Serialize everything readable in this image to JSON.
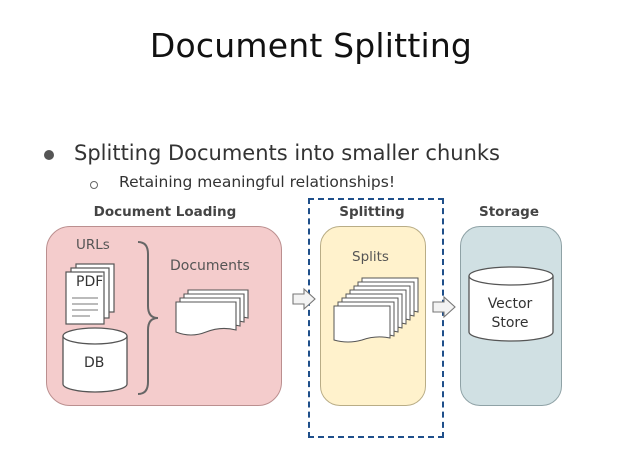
{
  "title": "Document Splitting",
  "bullets": {
    "main": "Splitting Documents into smaller chunks",
    "sub": "Retaining meaningful relationships!"
  },
  "sections": {
    "loading": "Document Loading",
    "splitting": "Splitting",
    "storage": "Storage"
  },
  "loading_box": {
    "urls": "URLs",
    "pdf": "PDF",
    "db": "DB",
    "documents": "Documents"
  },
  "splitting_box": {
    "splits": "Splits"
  },
  "storage_box": {
    "vector": "Vector",
    "store": "Store"
  },
  "colors": {
    "loading_fill": "#f4cccc",
    "splitting_fill": "#fff2cc",
    "storage_fill": "#d0e0e3",
    "dashed_frame": "#1f4f8a"
  }
}
